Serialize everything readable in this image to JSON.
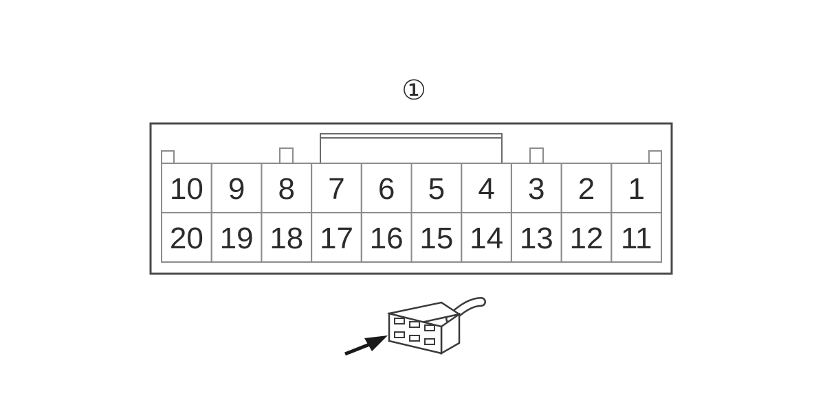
{
  "diagram": {
    "callout": "①",
    "top_row": [
      "10",
      "9",
      "8",
      "7",
      "6",
      "5",
      "4",
      "3",
      "2",
      "1"
    ],
    "bottom_row": [
      "20",
      "19",
      "18",
      "17",
      "16",
      "15",
      "14",
      "13",
      "12",
      "11"
    ],
    "colors": {
      "outline": "#4a4a4a",
      "cell_stroke": "#8c8c8c",
      "text": "#2b2b2b",
      "background": "#ffffff"
    }
  }
}
